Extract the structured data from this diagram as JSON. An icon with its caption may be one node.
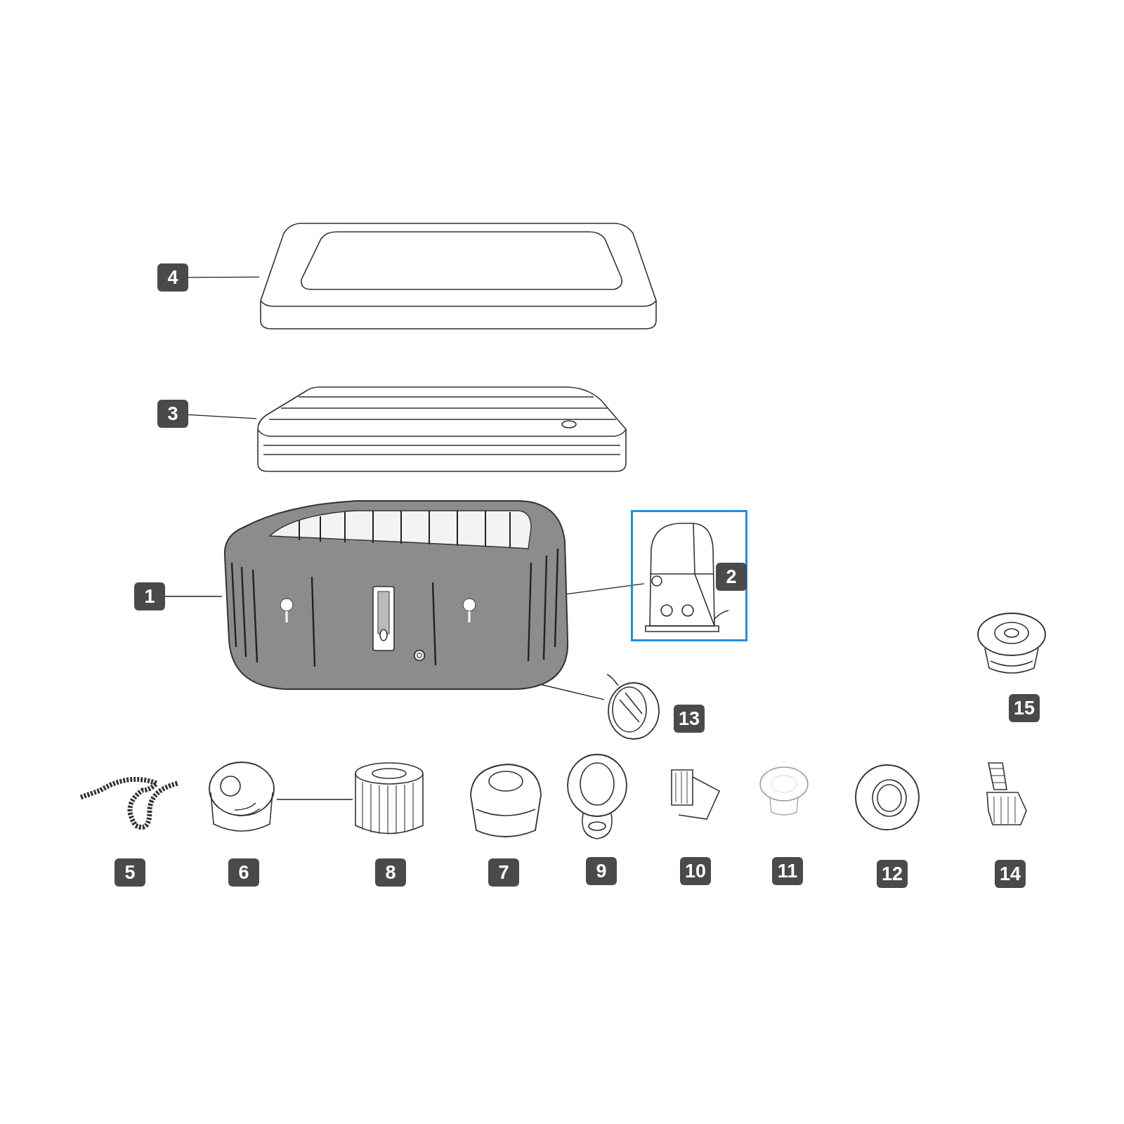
{
  "diagram": {
    "nodes": [
      {
        "text": [
          "4"
        ]
      },
      {
        "text": [],
        "shape": "picture"
      },
      {
        "text": [
          "3"
        ]
      },
      {
        "text": [],
        "shape": "picture"
      },
      {
        "text": [
          "1"
        ]
      },
      {
        "text": [],
        "shape": "picture"
      },
      {
        "text": [],
        "shape": "picture",
        "in": 5
      },
      {
        "text": [],
        "shape": "picture",
        "in": 5
      },
      {
        "text": [],
        "shape": "box"
      },
      {
        "text": [
          "2"
        ],
        "in": 8
      },
      {
        "text": [],
        "shape": "picture",
        "in": 8
      },
      {
        "text": [],
        "shape": "picture"
      },
      {
        "text": [
          "15"
        ]
      },
      {
        "text": [
          "13"
        ]
      },
      {
        "text": [],
        "shape": "picture"
      },
      {
        "text": [],
        "shape": "picture"
      },
      {
        "text": [
          "5"
        ]
      },
      {
        "text": [
          "6"
        ]
      },
      {
        "text": [
          "8"
        ]
      },
      {
        "text": [
          "7"
        ]
      },
      {
        "text": [
          "9"
        ]
      },
      {
        "text": [
          "10"
        ]
      },
      {
        "text": [
          "11"
        ]
      },
      {
        "text": [
          "12"
        ]
      },
      {
        "text": [
          "14"
        ]
      }
    ],
    "edges": [
      {
        "from": 0,
        "to": 1,
        "arrow": "none"
      },
      {
        "from": 2,
        "to": 3,
        "arrow": "none"
      },
      {
        "from": 4,
        "to": 5,
        "arrow": "none"
      },
      {
        "from": 10,
        "to": 6,
        "arrow": "none"
      },
      {
        "from": 11,
        "to": 7,
        "arrow": "none"
      },
      {
        "from": 14,
        "to": 15,
        "arrow": "none"
      }
    ]
  }
}
